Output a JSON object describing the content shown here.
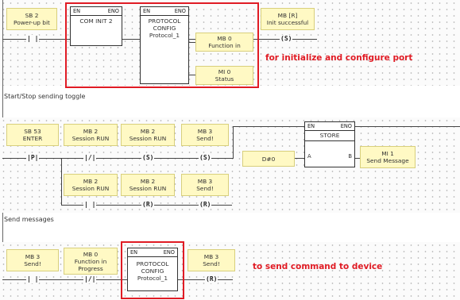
{
  "rung1": {
    "contact_sb2": [
      "SB 2",
      "Power-up bit"
    ],
    "com_init": {
      "en": "EN",
      "eno": "ENO",
      "title": "COM INIT 2"
    },
    "protocol": {
      "en": "EN",
      "eno": "ENO",
      "title": [
        "PROTOCOL",
        "CONFIG",
        "Protocol_1"
      ]
    },
    "input_function": [
      "MB 0",
      "Function in"
    ],
    "input_status": [
      "MI 0",
      "Status"
    ],
    "coil_mb_r": [
      "MB [R]",
      "Init successful"
    ],
    "coil_symbol": "(S)",
    "annotation": "for initialize and configure port",
    "caption": "Start/Stop sending toggle"
  },
  "rung2": {
    "sb53": [
      "SB 53",
      "ENTER"
    ],
    "sb53_symbol": "P",
    "mb2_contact": [
      "MB 2",
      "Session RUN"
    ],
    "mb2_contact_symbol": "/",
    "mb2_set": [
      "MB 2",
      "Session RUN"
    ],
    "mb2_set_symbol": "(S)",
    "mb3_set": [
      "MB 3",
      "Send!"
    ],
    "mb3_set_symbol": "(S)",
    "store": {
      "en": "EN",
      "eno": "ENO",
      "title": "STORE",
      "pin_a": "A",
      "pin_b": "B"
    },
    "constant": "D#0",
    "output_mi1": [
      "MI 1",
      "Send Message"
    ],
    "mb2_contact_b": [
      "MB 2",
      "Session RUN"
    ],
    "mb2_reset": [
      "MB 2",
      "Session RUN"
    ],
    "mb2_reset_symbol": "(R)",
    "mb3_reset": [
      "MB 3",
      "Send!"
    ],
    "mb3_reset_symbol": "(R)",
    "caption": "Send messages"
  },
  "rung3": {
    "mb3_contact": [
      "MB 3",
      "Send!"
    ],
    "mb0_contact": [
      "MB 0",
      "Function in",
      "Progress"
    ],
    "mb0_symbol": "/",
    "protocol": {
      "en": "EN",
      "eno": "ENO",
      "title": [
        "PROTOCOL",
        "CONFIG",
        "Protocol_1"
      ]
    },
    "mb3_reset": [
      "MB 3",
      "Send!"
    ],
    "mb3_reset_symbol": "(R)",
    "annotation": "to send command to device"
  },
  "colors": {
    "annotation_red": "#e01b24",
    "label_fill": "#fff9c4"
  }
}
